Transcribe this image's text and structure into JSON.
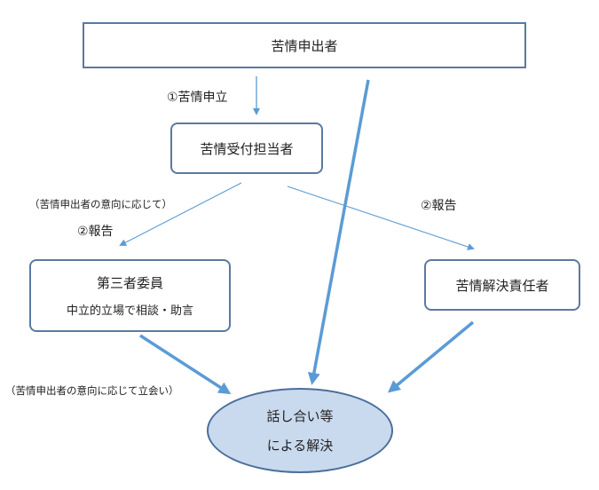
{
  "nodes": {
    "complainant": "苦情申出者",
    "reception": "苦情受付担当者",
    "third_party_title": "第三者委員",
    "third_party_sub": "中立的立場で相談・助言",
    "resolver": "苦情解決責任者",
    "result_line1": "話し合い等",
    "result_line2": "による解決"
  },
  "labels": {
    "step1": "①苦情申立",
    "step2_left": "②報告",
    "step2_right": "②報告",
    "note_consent": "（苦情申出者の意向に応じて）",
    "note_attend": "（苦情申出者の意向に応じて立会い）"
  },
  "colors": {
    "arrow": "#5b9bd5",
    "box_border": "#5a7aa0",
    "ellipse_fill": "#c9d9ee"
  }
}
